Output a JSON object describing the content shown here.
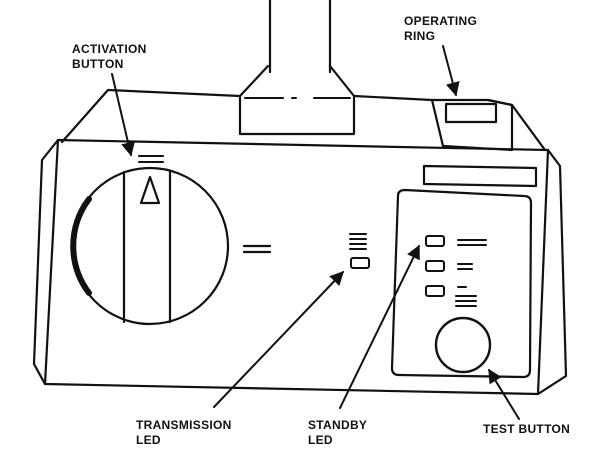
{
  "diagram": {
    "colors": {
      "ink": "#111111",
      "paper": "#ffffff"
    },
    "labels": {
      "operating_ring": [
        "OPERATING",
        "RING"
      ],
      "activation_button": [
        "ACTIVATION",
        "BUTTON"
      ],
      "transmission_led": [
        "TRANSMISSION",
        "LED"
      ],
      "standby_led": [
        "STANDBY",
        "LED"
      ],
      "test_button": [
        "TEST BUTTON"
      ]
    },
    "icons": {
      "activation_marker": "triangle-icon"
    }
  }
}
